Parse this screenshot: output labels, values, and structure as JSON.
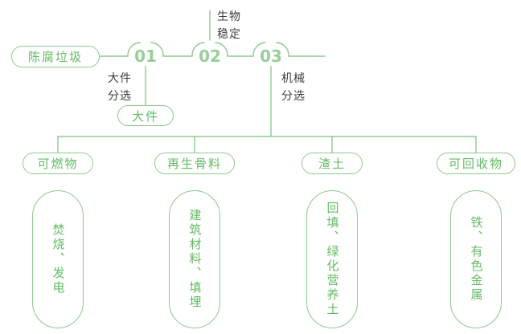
{
  "colors": {
    "line_green": "#8fca8f",
    "text_green": "#63bb63",
    "number_green": "#97ce97",
    "text_dark": "#3d3d3d"
  },
  "flow": {
    "source_label": "陈腐垃圾",
    "steps": [
      {
        "num": "01",
        "label": "大件\n分选"
      },
      {
        "num": "02",
        "label": "生物\n稳定"
      },
      {
        "num": "03",
        "label": "机械\n分选"
      }
    ],
    "bulky_label": "大件"
  },
  "outputs": [
    {
      "category": "可燃物",
      "result": "焚烧、发电"
    },
    {
      "category": "再生骨料",
      "result": "建筑材料、填埋"
    },
    {
      "category": "渣土",
      "result": "回填、绿化营养土"
    },
    {
      "category": "可回收物",
      "result": "铁、有色金属"
    }
  ]
}
